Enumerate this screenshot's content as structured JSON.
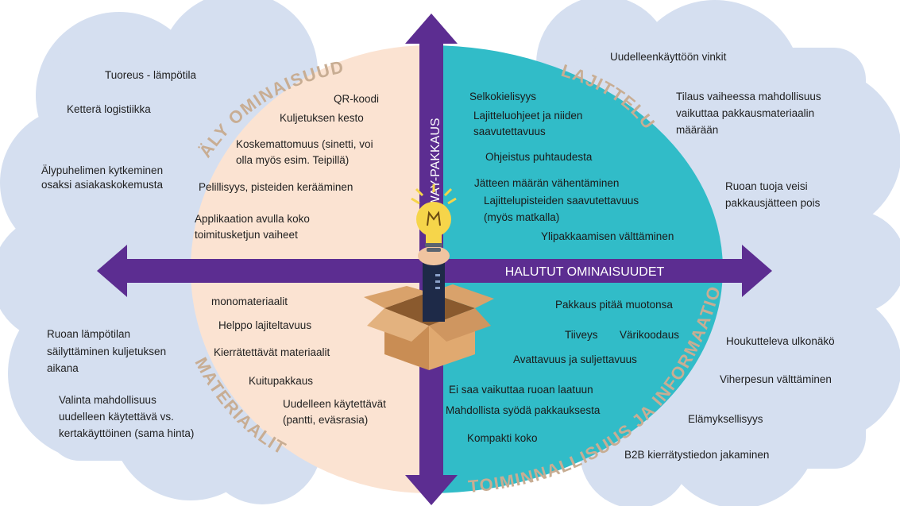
{
  "arrows": {
    "vertical": "TAKE AWAY-PAKKAUS",
    "horizontal": "HALUTUT OMINAISUUDET"
  },
  "quadrant_titles": {
    "top_left": "ÄLY OMINAISUUDET",
    "top_right": "LAJITTELU",
    "bottom_left": "MATERIAALIT",
    "bottom_right": "TOIMINNALLISUUS JA INFORMAATIO"
  },
  "colors": {
    "cloud": "#d5dff0",
    "left_ellipse": "#fbe3d2",
    "right_ellipse": "#31bcc8",
    "arrow": "#5c2d91",
    "quadrant_title": "#c8ad93",
    "box": "#d9a26b",
    "bulb": "#f6d54a"
  },
  "icons": [
    "lightbulb-icon",
    "cardboard-box-icon",
    "hand-icon"
  ],
  "outer_left": [
    "Tuoreus - lämpötila",
    "Ketterä logistiikka",
    "Älypuhelimen kytkeminen",
    "osaksi asiakaskokemusta",
    "Ruoan lämpötilan",
    "säilyttäminen kuljetuksen",
    "aikana",
    "Valinta mahdollisuus",
    "uudelleen käytettävä vs.",
    "kertakäyttöinen (sama hinta)"
  ],
  "outer_right": [
    "Uudelleenkäyttöön vinkit",
    "Tilaus vaiheessa mahdollisuus",
    "vaikuttaa pakkausmateriaalin",
    "määrään",
    "Ruoan tuoja veisi",
    "pakkausjätteen pois",
    "Houkutteleva ulkonäkö",
    "Viherpesun välttäminen",
    "Elämyksellisyys",
    "B2B kierrätystiedon jakaminen"
  ],
  "top_left_items": [
    "QR-koodi",
    "Kuljetuksen kesto",
    "Koskemattomuus (sinetti, voi",
    "olla myös esim. Teipillä)",
    "Pelillisyys, pisteiden kerääminen",
    "Applikaation avulla koko",
    "toimitusketjun vaiheet"
  ],
  "top_right_items": [
    "Selkokielisyys",
    "Lajitteluohjeet ja niiden",
    "saavutettavuus",
    "Ohjeistus puhtaudesta",
    "Jätteen määrän vähentäminen",
    "Lajittelupisteiden saavutettavuus",
    "(myös matkalla)",
    "Ylipakkaamisen välttäminen"
  ],
  "bottom_left_items": [
    "monomateriaalit",
    "Helppo lajiteltavuus",
    "Kierrätettävät materiaalit",
    "Kuitupakkaus",
    "Uudelleen käytettävät",
    "(pantti, eväsrasia)"
  ],
  "bottom_right_items": [
    "Pakkaus pitää muotonsa",
    "Tiiveys",
    "Värikoodaus",
    "Avattavuus ja suljettavuus",
    "Ei saa vaikuttaa ruoan laatuun",
    "Mahdollista syödä pakkauksesta",
    "Kompakti koko"
  ]
}
